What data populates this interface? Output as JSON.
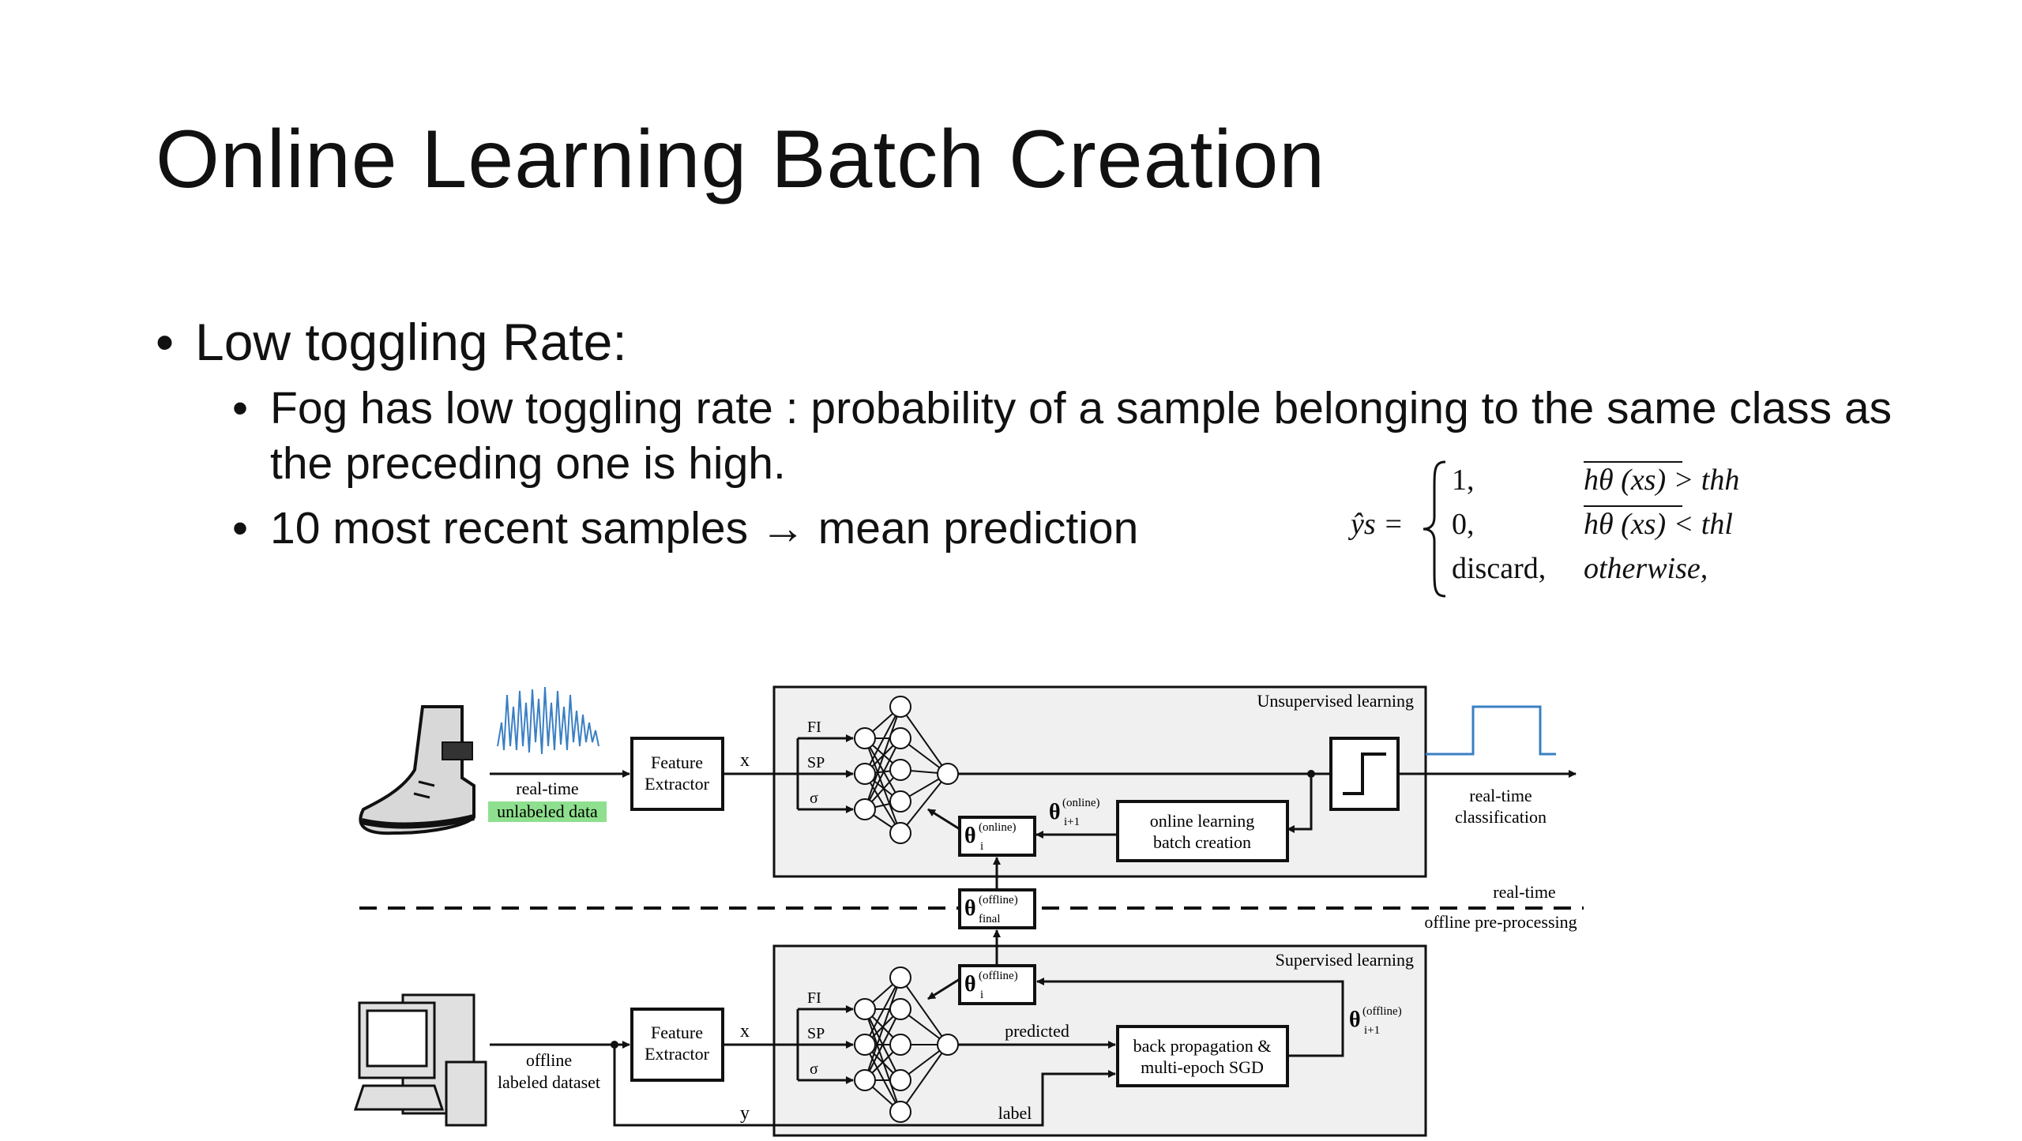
{
  "slide": {
    "title": "Online Learning Batch Creation",
    "bullet_1": "Low toggling Rate:",
    "sub_bullet_1": "Fog has low toggling rate : probability of a sample belonging to the same class as the preceding one is high.",
    "sub_bullet_2": "10 most recent samples → mean prediction"
  },
  "formula": {
    "lhs": "ŷs =",
    "case_1_value": "1,",
    "case_1_condition": "hθ (xs) > thh",
    "case_2_value": "0,",
    "case_2_condition": "hθ (xs) < thl",
    "case_3_value": "discard,",
    "case_3_condition": "otherwise,"
  },
  "diagram": {
    "realtime_input_label_1": "real-time",
    "realtime_input_label_2": "unlabeled data",
    "feature_extractor_line_1": "Feature",
    "feature_extractor_line_2": "Extractor",
    "x_label": "x",
    "y_label": "y",
    "unsupervised_label": "Unsupervised learning",
    "supervised_label": "Supervised learning",
    "input_fi": "FI",
    "input_sp": "SP",
    "input_sigma": "σ",
    "theta": "θ",
    "sup_online": "(online)",
    "sup_offline": "(offline)",
    "sub_i": "i",
    "sub_i1": "i+1",
    "sub_final": "final",
    "batch_creation_line_1": "online learning",
    "batch_creation_line_2": "batch creation",
    "output_label_1": "real-time",
    "output_label_2": "classification",
    "divider_top_label": "real-time",
    "divider_bottom_label": "offline pre-processing",
    "offline_input_label_1": "offline",
    "offline_input_label_2": "labeled dataset",
    "predicted_label": "predicted",
    "label_label": "label",
    "backprop_line_1": "back propagation &",
    "backprop_line_2": "multi-epoch SGD"
  },
  "colors": {
    "signal": "#3a7fc4",
    "highlight": "#8ee08e",
    "panel_fill": "#f0f0f0"
  }
}
